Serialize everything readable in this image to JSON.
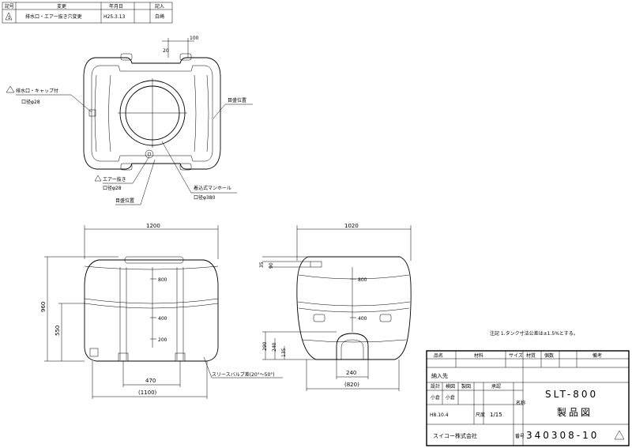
{
  "revision_table": {
    "headers": [
      "記号",
      "年月日",
      "記入"
    ],
    "header_center": "変更",
    "row": {
      "mark": "1",
      "desc": "排水口・エアー抜き穴変更",
      "date": "H25.3.13",
      "by": "白崎"
    }
  },
  "top_view": {
    "dim_top": "100",
    "dim_20": "20",
    "label_drain": "排水口・キャップ付",
    "label_drain_dia": "口径φ28",
    "label_level": "目盛位置",
    "label_air": "エアー抜き",
    "label_air_dia": "口径φ28",
    "label_level2": "目盛位置",
    "label_manhole": "着込式マンホール",
    "label_manhole_dia": "口径φ380"
  },
  "front_view": {
    "dim_width": "1200",
    "dim_height": "960",
    "dim_550": "550",
    "dim_470": "470",
    "dim_1100": "(1100)",
    "scale_800": "800",
    "scale_400": "400",
    "scale_200": "200",
    "note_valve": "スリースバルブ差(20°〜50°)"
  },
  "side_view": {
    "dim_width": "1020",
    "dim_35": "35",
    "dim_90": "90",
    "dim_290": "290",
    "dim_240v": "240",
    "dim_135": "135",
    "dim_240h": "240",
    "dim_820": "(820)",
    "scale_800": "800",
    "scale_400": "400"
  },
  "note": "注記 1.タンク寸法公差は±1.5%とする。",
  "title_block": {
    "h_name": "品名",
    "h_material": "材料",
    "h_size": "サイズ",
    "h_qty": "材質",
    "h_count": "個数",
    "h_remark": "備考",
    "delivery": "納入先",
    "design": "設計",
    "check": "検図",
    "draw": "製図",
    "approve": "承認",
    "designer": "小倉",
    "checker": "小倉",
    "date": "H8.10.4",
    "scale_label": "尺度",
    "scale": "1/15",
    "name_label": "名称",
    "product": "SLT-800",
    "drawing_type": "製品図",
    "company": "スイコー株式会社",
    "number_label": "番号",
    "drawing_no": "340308-10"
  }
}
